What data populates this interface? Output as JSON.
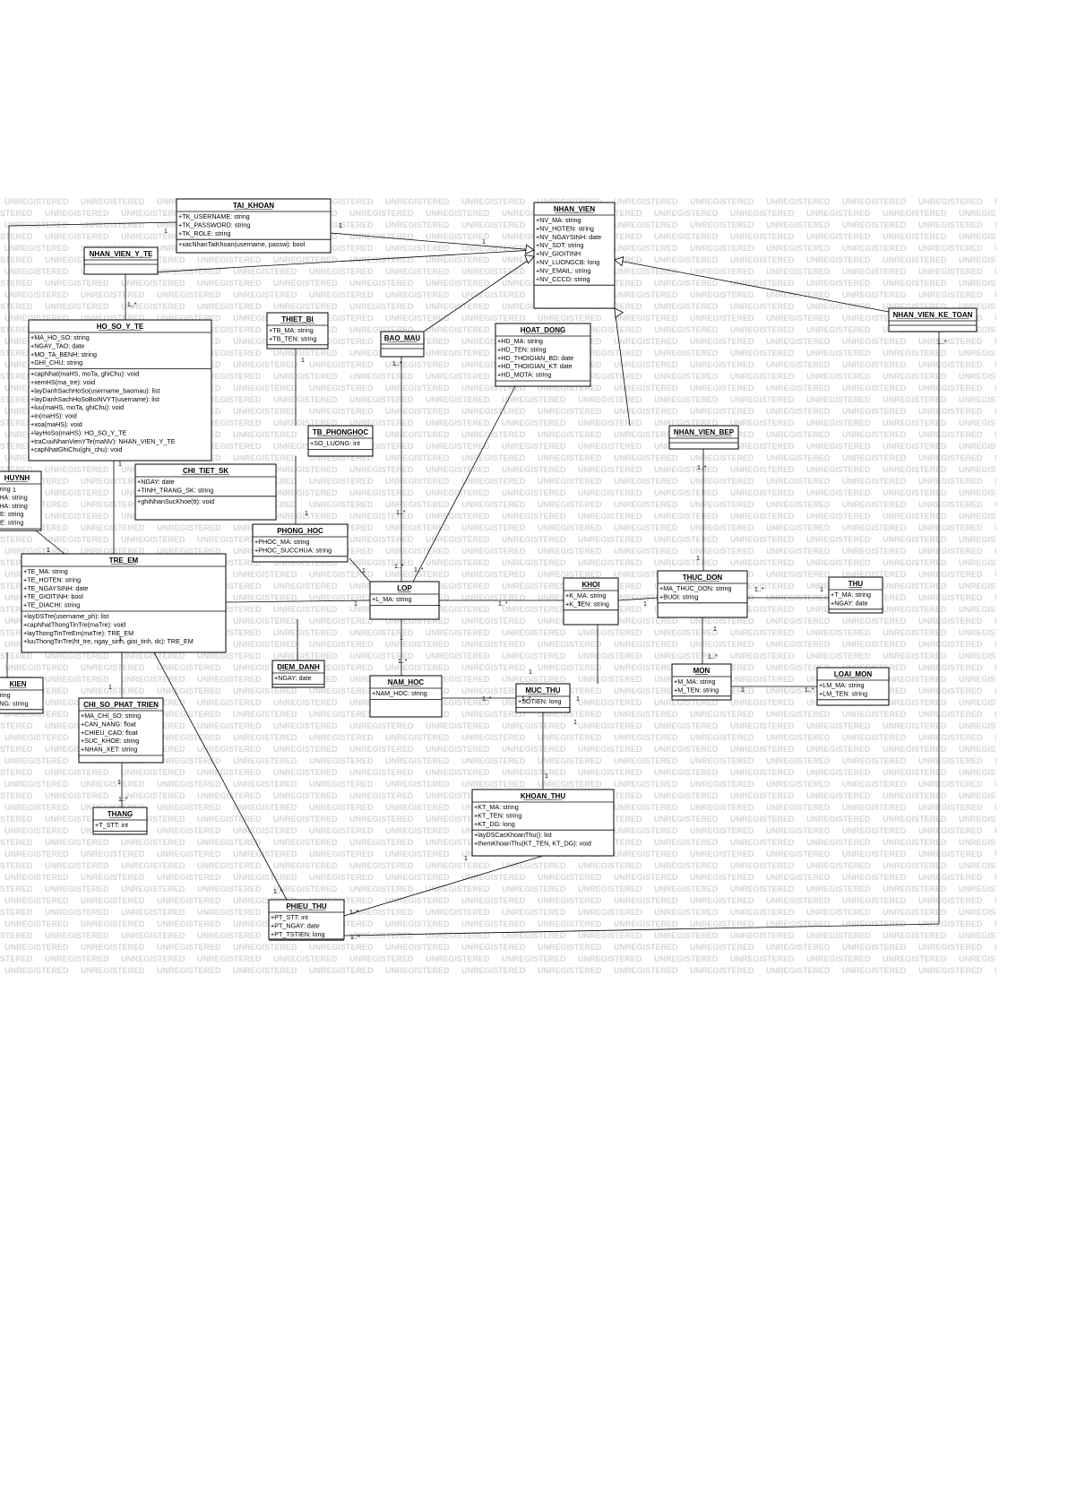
{
  "diagram": {
    "watermark": "UNREGISTERED",
    "classes": [
      {
        "id": "TAI_KHOAN",
        "name": "TAI_KHOAN",
        "attrs": [
          "+TK_USERNAME: string",
          "+TK_PASSWORD: string",
          "+TK_ROLE: string"
        ],
        "ops": [
          "+xacNhanTaiKhoan(username, passw): bool"
        ]
      },
      {
        "id": "NHAN_VIEN",
        "name": "NHAN_VIEN",
        "attrs": [
          "+NV_MA: string",
          "+NV_HOTEN: string",
          "+NV_NGAYSINH: date",
          "+NV_SDT: string",
          "+NV_GIOITINH",
          "+NV_LUONGCB: long",
          "+NV_EMAIL: string",
          "+NV_CCCD: string"
        ],
        "ops": [
          ""
        ]
      },
      {
        "id": "NHAN_VIEN_Y_TE",
        "name": "NHAN_VIEN_Y_TE",
        "attrs": [],
        "ops": []
      },
      {
        "id": "NHAN_VIEN_KE_TOAN",
        "name": "NHAN_VIEN_KE_TOAN",
        "attrs": [],
        "ops": []
      },
      {
        "id": "HO_SO_Y_TE",
        "name": "HO_SO_Y_TE",
        "attrs": [
          "+MA_HO_SO: string",
          "+NGAY_TAO: date",
          "+MO_TA_BENH: string",
          "+GHI_CHU: string"
        ],
        "ops": [
          "+capNhat(maHS, moTa, ghiChu): void",
          "+xemHS(ma_tre): void",
          "+layDanhSachHoSo(username_baomau): list",
          "+layDanhSachHoSoBoiNVYT(username): list",
          "+luu(maHS, moTa, ghiChu): void",
          "+in(maHS): void",
          "+xoa(maHS): void",
          "+layHoSo(maHS): HO_SO_Y_TE",
          "+traCuuNhanVienYTe(maNV): NHAN_VIEN_Y_TE",
          "+capNhatGhiChu(ghi_chu): void"
        ]
      },
      {
        "id": "THIET_BI",
        "name": "THIET_BI",
        "attrs": [
          "+TB_MA: string",
          "+TB_TEN: string"
        ],
        "ops": []
      },
      {
        "id": "BAO_MAU",
        "name": "BAO_MAU",
        "attrs": [],
        "ops": []
      },
      {
        "id": "HOAT_DONG",
        "name": "HOAT_DONG",
        "attrs": [
          "+HD_MA: string",
          "+HD_TEN: string",
          "+HD_THOIGIAN_BD: date",
          "+HD_THOIGIAN_KT: date",
          "+HD_MOTA: string"
        ],
        "ops": []
      },
      {
        "id": "TB_PHONGHOC",
        "name": "TB_PHONGHOC",
        "attrs": [
          "+SO_LUONG: int"
        ],
        "ops": []
      },
      {
        "id": "NHAN_VIEN_BEP",
        "name": "NHAN_VIEN_BEP",
        "attrs": [],
        "ops": []
      },
      {
        "id": "CHI_TIET_SK",
        "name": "CHI_TIET_SK",
        "attrs": [
          "+NGAY: date",
          "+TINH_TRANG_SK: string"
        ],
        "ops": [
          "+ghiNhanSucKhoe(tt): void"
        ]
      },
      {
        "id": "PHU_HUYNH",
        "name": "HUYNH",
        "attrs": [
          "string",
          "CHA: string",
          "CHA: string",
          "ME: string",
          "ME: string"
        ],
        "ops": []
      },
      {
        "id": "PHONG_HOC",
        "name": "PHONG_HOC",
        "attrs": [
          "+PHOC_MA: string",
          "+PHOC_SUCCHUA: string"
        ],
        "ops": []
      },
      {
        "id": "TRE_EM",
        "name": "TRE_EM",
        "attrs": [
          "+TE_MA: string",
          "+TE_HOTEN: string",
          "+TE_NGAYSINH: date",
          "+TE_GIOITINH: bool",
          "+TE_DIACHI: string"
        ],
        "ops": [
          "+layDSTre(username_ph): list",
          "+capNhatThongTinTre(maTre): void",
          "+layThongTinTreEm(maTre): TRE_EM",
          "+luuThongTinTre(ht_tre, ngay_sinh, gioi_tinh, dc): TRE_EM"
        ]
      },
      {
        "id": "LOP",
        "name": "LOP",
        "attrs": [
          "+L_MA: string"
        ],
        "ops": [
          ""
        ]
      },
      {
        "id": "KHOI",
        "name": "KHOI",
        "attrs": [
          "+K_MA: string",
          "+K_TEN: string"
        ],
        "ops": [
          ""
        ]
      },
      {
        "id": "THUC_DON",
        "name": "THUC_DON",
        "attrs": [
          "+MA_THUC_DON: string",
          "+BUOI: string"
        ],
        "ops": [
          ""
        ]
      },
      {
        "id": "THU",
        "name": "THU",
        "attrs": [
          "+T_MA: string",
          "+NGAY: date"
        ],
        "ops": []
      },
      {
        "id": "DIEM_DANH",
        "name": "DIEM_DANH",
        "attrs": [
          "+NGAY: date"
        ],
        "ops": []
      },
      {
        "id": "SU_KIEN",
        "name": "KIEN",
        "attrs": [
          "string",
          "UNG: string"
        ],
        "ops": []
      },
      {
        "id": "CHI_SO_PHAT_TRIEN",
        "name": "CHI_SO_PHAT_TRIEN",
        "attrs": [
          "+MA_CHI_SO: string",
          "+CAN_NANG: float",
          "+CHIEU_CAO: float",
          "+SUC_KHOE: string",
          "+NHAN_XET: string"
        ],
        "ops": []
      },
      {
        "id": "NAM_HOC",
        "name": "NAM_HOC",
        "attrs": [
          "+NAM_HOC: string"
        ],
        "ops": []
      },
      {
        "id": "MUC_THU",
        "name": "MUC_THU",
        "attrs": [
          "+SOTIEN: long"
        ],
        "ops": []
      },
      {
        "id": "MON",
        "name": "MON",
        "attrs": [
          "+M_MA: string",
          "+M_TEN: string"
        ],
        "ops": []
      },
      {
        "id": "LOAI_MON",
        "name": "LOAI_MON",
        "attrs": [
          "+LM_MA: string",
          "+LM_TEN: string"
        ],
        "ops": []
      },
      {
        "id": "THANG",
        "name": "THANG",
        "attrs": [
          "+T_STT: int"
        ],
        "ops": []
      },
      {
        "id": "KHOAN_THU",
        "name": "KHOAN_THU",
        "attrs": [
          "+KT_MA: string",
          "+KT_TEN: string",
          "+KT_DG: long"
        ],
        "ops": [
          "+layDSCacKhoanThu(): list",
          "+themKhoanThu(KT_TEN, KT_DG): void"
        ]
      },
      {
        "id": "PHIEU_THU",
        "name": "PHIEU_THU",
        "attrs": [
          "+PT_STT: int",
          "+PT_NGAY: date",
          "+PT_TSTIEN: long"
        ],
        "ops": [
          ""
        ]
      }
    ],
    "multiplicities": [
      "1",
      "1",
      "1",
      "1..*",
      "1..*",
      "1..*",
      "1..*",
      "1",
      "1",
      "1",
      "1..*",
      "1",
      "1",
      "1..*",
      "1",
      "1",
      "1..*",
      "1",
      "1",
      "1..*",
      "1",
      "1..*",
      "1",
      "1..*",
      "1",
      "1",
      "1..*",
      "1..*",
      "1",
      "1",
      "1..*",
      "1",
      "1..*",
      "1..*",
      "1",
      "1",
      "1..*",
      "1",
      "1..*",
      "1",
      "1..*",
      "1",
      "1",
      "1"
    ]
  }
}
